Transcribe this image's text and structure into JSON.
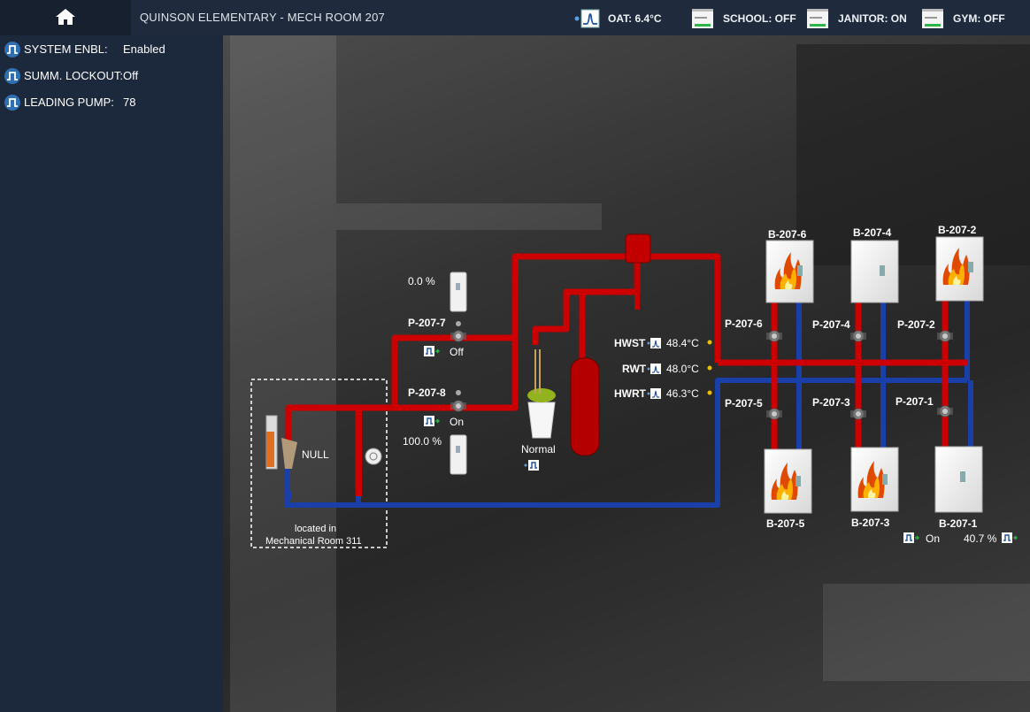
{
  "header": {
    "title": "QUINSON ELEMENTARY - MECH ROOM 207",
    "oat": {
      "label": "OAT: 6.4°C",
      "icon": "sensor-wave-icon"
    },
    "schedules": [
      {
        "label": "SCHOOL: OFF",
        "icon": "schedule-icon"
      },
      {
        "label": "JANITOR: ON",
        "icon": "schedule-icon"
      },
      {
        "label": "GYM: OFF",
        "icon": "schedule-icon"
      }
    ]
  },
  "sidebar": {
    "items": [
      {
        "label": "SYSTEM ENBL:",
        "value": "Enabled"
      },
      {
        "label": "SUMM. LOCKOUT:Off",
        "value": ""
      },
      {
        "label": "LEADING PUMP:",
        "value": "78"
      }
    ]
  },
  "diagram": {
    "vfd_top_value": "0.0 %",
    "vfd_bottom_value": "100.0 %",
    "pump_7": {
      "name": "P-207-7",
      "status": "Off"
    },
    "pump_8": {
      "name": "P-207-8",
      "status": "On"
    },
    "expansion_status": "Normal",
    "null_label": "NULL",
    "remote_note_line1": "located in",
    "remote_note_line2": "Mechanical Room 311",
    "sensors": [
      {
        "name": "HWST",
        "value": "48.4°C"
      },
      {
        "name": "RWT",
        "value": "48.0°C"
      },
      {
        "name": "HWRT",
        "value": "46.3°C"
      }
    ],
    "boilers": {
      "b6": "B-207-6",
      "b4": "B-207-4",
      "b2": "B-207-2",
      "b5": "B-207-5",
      "b3": "B-207-3",
      "b1": "B-207-1"
    },
    "boiler_pumps": {
      "p6": "P-207-6",
      "p4": "P-207-4",
      "p2": "P-207-2",
      "p5": "P-207-5",
      "p3": "P-207-3",
      "p1": "P-207-1"
    },
    "b1_status": "On",
    "b1_modulation": "40.7 %"
  },
  "colors": {
    "supply": "#cc0000",
    "return": "#1a3fa8",
    "sidebar_bg": "#1c283b",
    "topbar_bg": "#1f2a3c"
  }
}
